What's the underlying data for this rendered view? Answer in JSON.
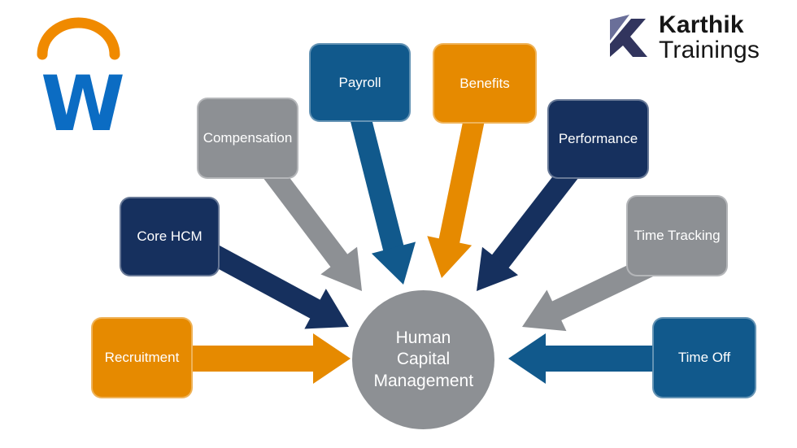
{
  "page": {
    "background": "#ffffff"
  },
  "header": {
    "workday_logo": {
      "letter": "W",
      "arc_color": "#F08A00",
      "letter_color": "#0B6CC3"
    },
    "karthik_logo": {
      "name_line1": "Karthik",
      "name_line2": "Trainings",
      "text_color": "#161616",
      "icon_dark": "#32355E",
      "icon_light": "#6A6F99"
    }
  },
  "diagram": {
    "center": {
      "label": "Human Capital Management",
      "fill": "#8D9094",
      "text_color": "#ffffff"
    },
    "modules": [
      {
        "label": "Core HCM",
        "color": "#16305E"
      },
      {
        "label": "Compensation",
        "color": "#8D9094"
      },
      {
        "label": "Payroll",
        "color": "#11598C"
      },
      {
        "label": "Benefits",
        "color": "#E68A00"
      },
      {
        "label": "Performance",
        "color": "#16305E"
      },
      {
        "label": "Time Tracking",
        "color": "#8D9094"
      },
      {
        "label": "Recruitment",
        "color": "#E68A00"
      },
      {
        "label": "Time Off",
        "color": "#11598C"
      }
    ]
  }
}
